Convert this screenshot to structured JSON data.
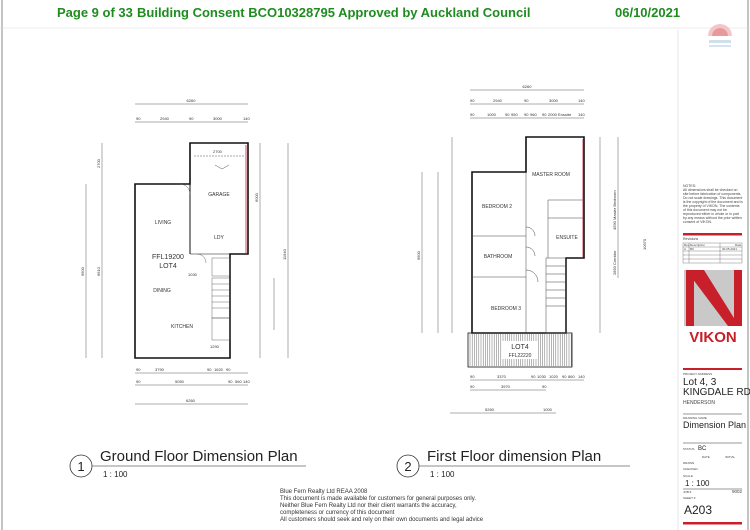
{
  "header": {
    "page": "Page 9 of 33",
    "consent": "Building Consent BCO10328795 Approved by Auckland Council",
    "date": "06/10/2021",
    "council_logo_icon": "auckland-council-logo-icon"
  },
  "ground_floor": {
    "title": "Ground Floor Dimension Plan",
    "number": "1",
    "scale": "1 : 100",
    "rooms": {
      "garage": "GARAGE",
      "living": "LIVING",
      "laundry": "LDY",
      "dining": "DINING",
      "kitchen": "KITCHEN",
      "ffl": "FFL19200",
      "lot": "LOT4"
    },
    "dims": {
      "overall_width": "6260",
      "top_row": [
        "90",
        "2940",
        "90",
        "3000",
        "140"
      ],
      "bottom_row1": [
        "90",
        "3790",
        "90",
        "1620",
        "90"
      ],
      "bottom_row2": [
        "90",
        "5050",
        "90",
        "560",
        "140"
      ],
      "left_2700": "2700",
      "left_9600": "9600",
      "left_6610": "6610",
      "right_6000": "6000",
      "right_11940": "11940",
      "garage_2700": "2700",
      "dim_1030": "1030",
      "dim_1290": "1290"
    }
  },
  "first_floor": {
    "title": "First Floor dimension Plan",
    "number": "2",
    "scale": "1 : 100",
    "rooms": {
      "master": "MASTER ROOM",
      "bed2": "BEDROOM 2",
      "ensuite": "ENSUITE",
      "bathroom": "BATHROOM",
      "bed3": "BEDROOM 3",
      "lot": "LOT4",
      "ffl": "FFL22220"
    },
    "dims": {
      "overall_width": "6260",
      "top_row1": [
        "90",
        "2940",
        "90",
        "3000",
        "140"
      ],
      "top_row2": [
        "90",
        "1000",
        "90",
        "950",
        "90",
        "960",
        "90",
        "2000 Ensuite",
        "140"
      ],
      "bottom_row1": [
        "90",
        "3370",
        "90",
        "1030",
        "1020",
        "90",
        "860",
        "140"
      ],
      "bottom_row2": [
        "90",
        "3970",
        "90"
      ],
      "bottom_5260": "5260",
      "bottom_1000": "1000",
      "left_9600": "9600",
      "right_master": "4590 Master Bedroom",
      "right_corridor": "2850 Corridor",
      "right_11940": "10970"
    }
  },
  "title_block": {
    "notes_label": "NOTES:",
    "notes": "All dimensions shall be checked on site before fabrication of components. Do not scale drawings. This document is the copyright of the document and is the property of VIKON. The contents of this document may not be reproduced either in whole or in part by any means without the prior written consent of VIKON.",
    "revision_label": "Revisions",
    "revision_headers": [
      "Rev",
      "Description",
      "Date"
    ],
    "revision_rows": [
      [
        "A",
        "BC",
        "30.05.2021"
      ]
    ],
    "company": "VIKON",
    "brand_red": "#c8202a",
    "brand_grey": "#c9c9c9",
    "project_address_label": "PROJECT ADDRESS",
    "address_line1": "Lot 4, 3",
    "address_line2": "KINGDALE RD",
    "address_line3": "HENDERSON",
    "drawing_name_label": "DRAWING NAME",
    "drawing_name": "Dimension Plan",
    "status_label": "STATUS",
    "status": "BC",
    "date_label": "DATE",
    "initial_label": "INITIAL",
    "drawn_label": "DRAWN",
    "checked_label": "CHECKED",
    "scale_label": "SCALE",
    "scale": "1 : 100",
    "job_label": "JOB #",
    "job": "9002",
    "sheet_label": "SHEET #",
    "sheet": "A203"
  },
  "disclaimer": {
    "text": "Blue Fern Realty Ltd REAA 2008\nThis document is made available for customers for general purposes only.\nNeither Blue Fern Realty Ltd nor their client warrants the accuracy,\ncompleteness or currency of this document\nAll customers should seek and rely on their own documents and legal advice"
  }
}
